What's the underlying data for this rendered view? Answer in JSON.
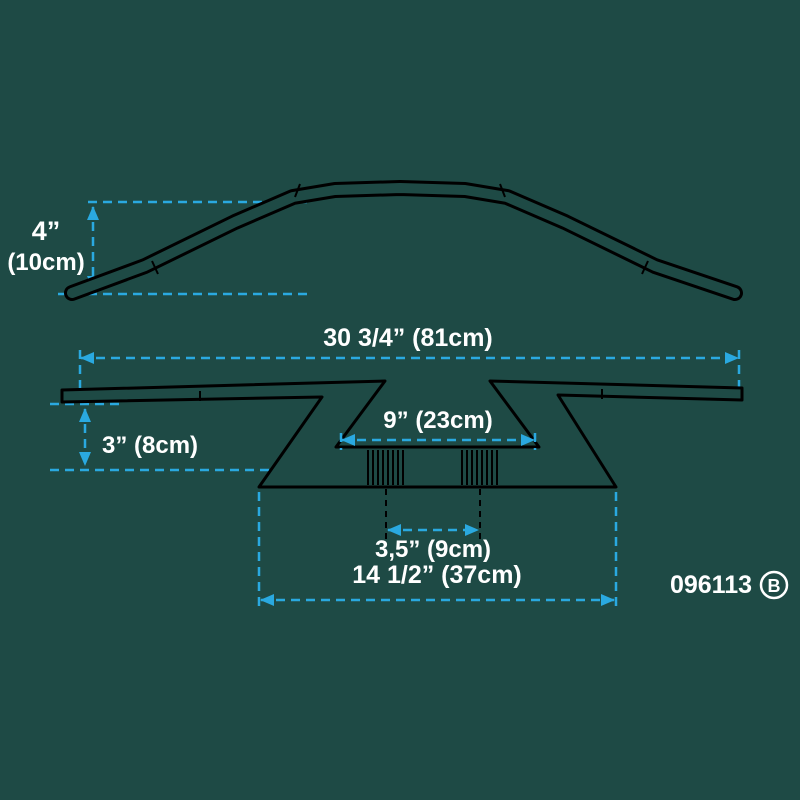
{
  "meta": {
    "title": "Handlebar dimension diagram"
  },
  "colors": {
    "background": "#1e4a45",
    "line": "#000000",
    "dimension": "#2aa9e0",
    "text": "#ffffff"
  },
  "dims": {
    "rise_in": "4”",
    "rise_cm": "(10cm)",
    "overall_width": "30 3/4” (81cm)",
    "pullback": "3” (8cm)",
    "center_width": "9” (23cm)",
    "clamp_distance": "3,5” (9cm)",
    "knurl_width": "14 1/2” (37cm)"
  },
  "part": {
    "number": "096113",
    "variant": "B"
  }
}
